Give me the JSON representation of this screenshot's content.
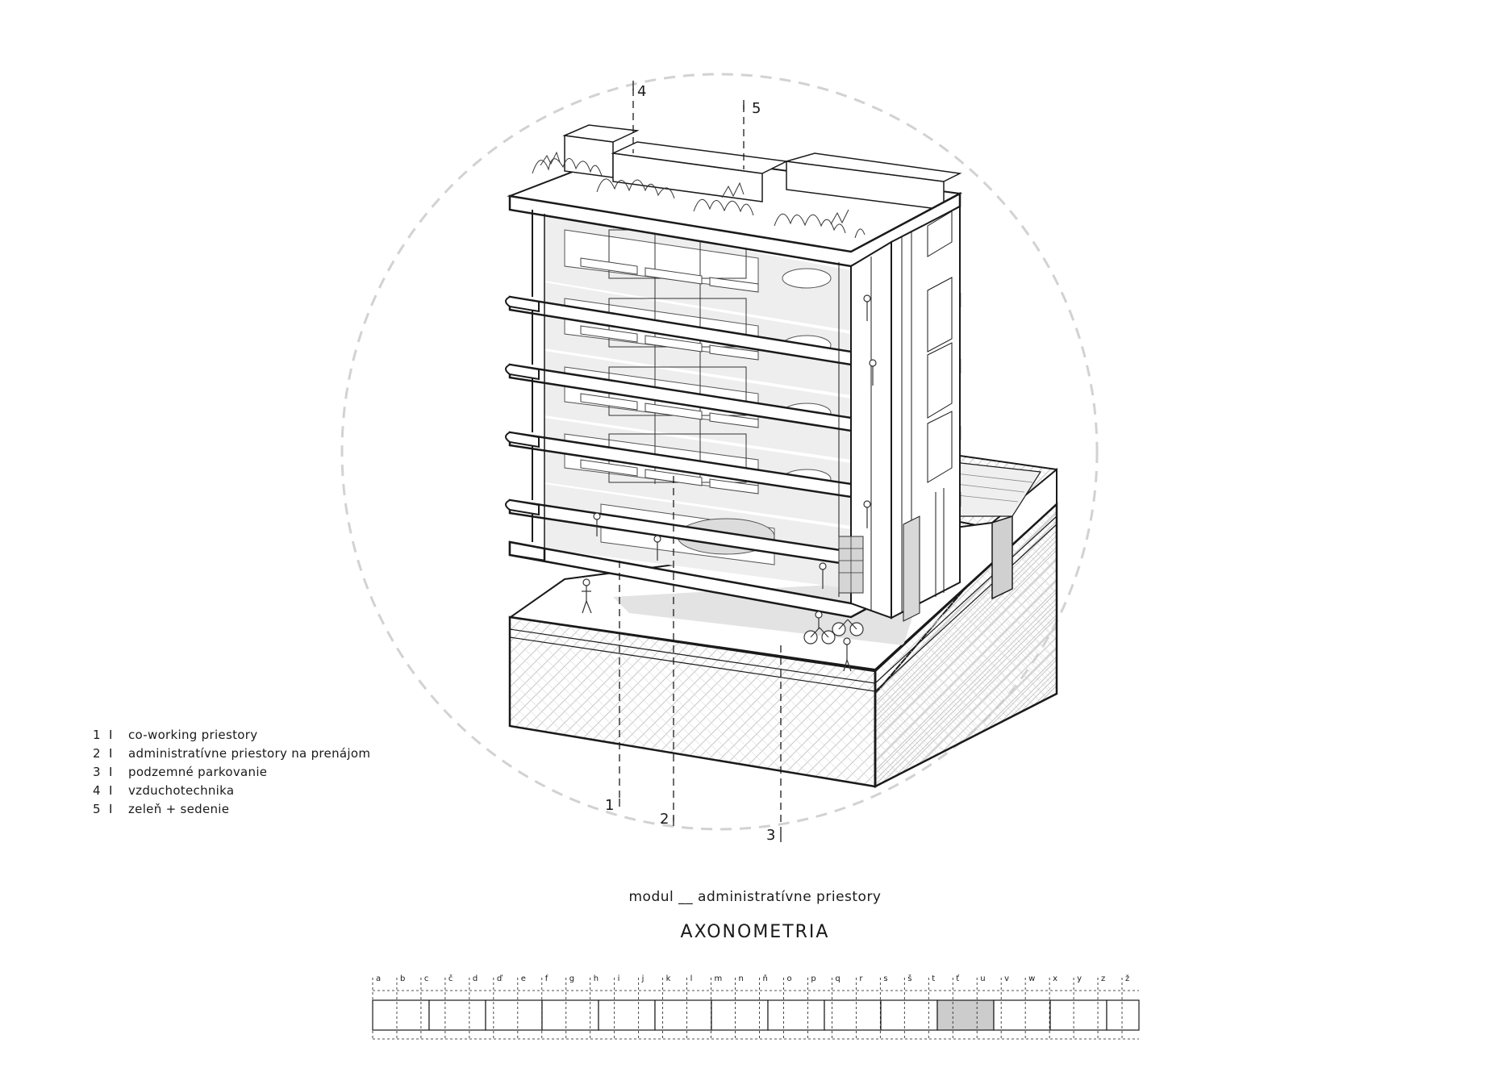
{
  "callouts": {
    "c1": "1",
    "c2": "2",
    "c3": "3",
    "c4": "4",
    "c5": "5"
  },
  "legend": [
    {
      "num": "1",
      "sep": "I",
      "text": "co-working priestory"
    },
    {
      "num": "2",
      "sep": "I",
      "text": "administratívne priestory na prenájom"
    },
    {
      "num": "3",
      "sep": "I",
      "text": "podzemné parkovanie"
    },
    {
      "num": "4",
      "sep": "I",
      "text": "vzduchotechnika"
    },
    {
      "num": "5",
      "sep": "I",
      "text": "zeleň + sedenie"
    }
  ],
  "subtitle": "modul __ administratívne priestory",
  "title": "AXONOMETRIA",
  "module_letters": [
    "a",
    "b",
    "c",
    "č",
    "d",
    "ď",
    "e",
    "f",
    "g",
    "h",
    "i",
    "j",
    "k",
    "l",
    "m",
    "n",
    "ň",
    "o",
    "p",
    "q",
    "r",
    "s",
    "š",
    "t",
    "ť",
    "u",
    "v",
    "w",
    "x",
    "y",
    "z",
    "ž"
  ],
  "module_highlight": "ť",
  "colors": {
    "line": "#1a1a1a",
    "dash_circle": "#d0d0d0",
    "fill_grey": "#d6d6d6",
    "hatch": "#b8b8b8"
  }
}
